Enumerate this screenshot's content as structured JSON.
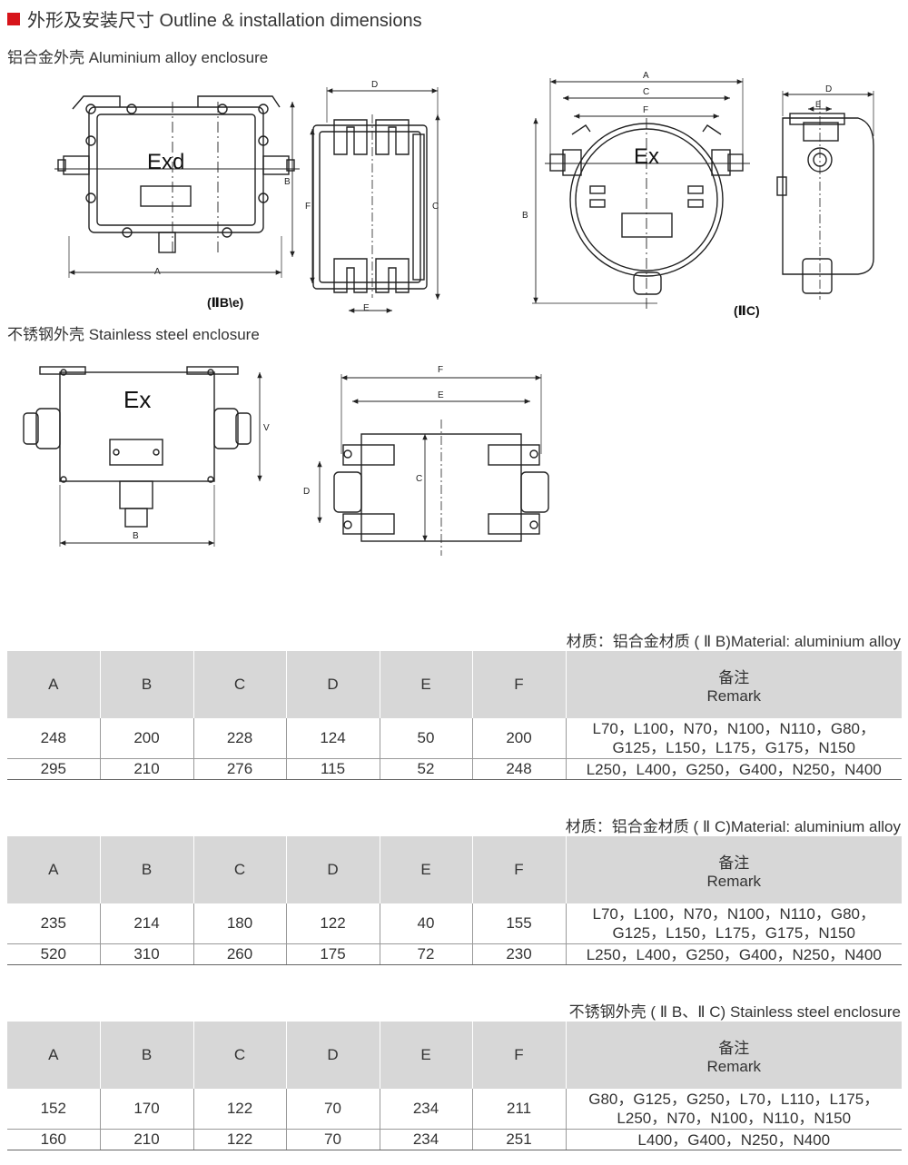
{
  "heading": "外形及安装尺寸 Outline & installation dimensions",
  "aluminium_label": "铝合金外壳 Aluminium alloy enclosure",
  "stainless_label": "不锈钢外壳 Stainless steel enclosure",
  "drawing": {
    "exd": "Exd",
    "ex_c": "Ex",
    "ex_ss": "Ex",
    "tag_iib": "(ⅡB\\e)",
    "tag_iic": "(ⅡC)",
    "dims": {
      "A": "A",
      "B": "B",
      "C": "C",
      "D": "D",
      "E": "E",
      "F": "F",
      "V": "V"
    }
  },
  "tables": [
    {
      "material": "材质：铝合金材质 ( Ⅱ B)Material: aluminium alloy",
      "headers": [
        "A",
        "B",
        "C",
        "D",
        "E",
        "F"
      ],
      "remark_cn": "备注",
      "remark_en": "Remark",
      "rows": [
        {
          "values": [
            "248",
            "200",
            "228",
            "124",
            "50",
            "200"
          ],
          "remark_1": "L70，L100，N70，N100，N110，G80，",
          "remark_2": "G125，L150，L175，G175，N150"
        },
        {
          "values": [
            "295",
            "210",
            "276",
            "115",
            "52",
            "248"
          ],
          "remark_1": "L250，L400，G250，G400，N250，N400"
        }
      ]
    },
    {
      "material": "材质：铝合金材质 ( Ⅱ C)Material: aluminium alloy",
      "headers": [
        "A",
        "B",
        "C",
        "D",
        "E",
        "F"
      ],
      "remark_cn": "备注",
      "remark_en": "Remark",
      "rows": [
        {
          "values": [
            "235",
            "214",
            "180",
            "122",
            "40",
            "155"
          ],
          "remark_1": "L70，L100，N70，N100，N110，G80，",
          "remark_2": "G125，L150，L175，G175，N150"
        },
        {
          "values": [
            "520",
            "310",
            "260",
            "175",
            "72",
            "230"
          ],
          "remark_1": "L250，L400，G250，G400，N250，N400"
        }
      ]
    },
    {
      "material": "不锈钢外壳 ( Ⅱ B、Ⅱ C) Stainless steel enclosure",
      "headers": [
        "A",
        "B",
        "C",
        "D",
        "E",
        "F"
      ],
      "remark_cn": "备注",
      "remark_en": "Remark",
      "rows": [
        {
          "values": [
            "152",
            "170",
            "122",
            "70",
            "234",
            "211"
          ],
          "remark_1": "G80，G125，G250，L70，L110，L175，",
          "remark_2": "L250，N70，N100，N110，N150"
        },
        {
          "values": [
            "160",
            "210",
            "122",
            "70",
            "234",
            "251"
          ],
          "remark_1": "L400，G400，N250，N400"
        }
      ]
    }
  ]
}
